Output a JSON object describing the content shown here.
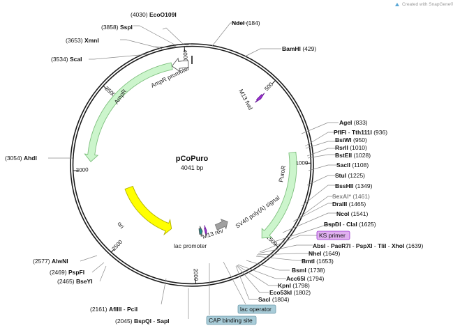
{
  "credit": "Created with SnapGene®",
  "plasmid": {
    "name": "pCoPuro",
    "size_label": "4041 bp",
    "length": 4041
  },
  "ticks": [
    {
      "pos": 500,
      "label": "500"
    },
    {
      "pos": 1000,
      "label": "1000"
    },
    {
      "pos": 1500,
      "label": "1500"
    },
    {
      "pos": 2000,
      "label": "2000"
    },
    {
      "pos": 2500,
      "label": "2500"
    },
    {
      "pos": 3000,
      "label": "3000"
    },
    {
      "pos": 3500,
      "label": "3500"
    },
    {
      "pos": 4000,
      "label": "4000"
    }
  ],
  "features": [
    {
      "name": "AmpR promoter",
      "start": 3913,
      "end": 4018,
      "direction": "reverse",
      "color": "#ffffff",
      "kind": "promoter"
    },
    {
      "name": "AmpR",
      "start": 3052,
      "end": 3912,
      "direction": "reverse",
      "color": "#ccf5cc",
      "kind": "cds"
    },
    {
      "name": "M13 fwd",
      "start": 500,
      "end": 517,
      "direction": "forward",
      "color": "#9b30d0",
      "kind": "primer"
    },
    {
      "name": "PuroR",
      "start": 930,
      "end": 1530,
      "direction": "forward",
      "color": "#ccf5cc",
      "kind": "cds"
    },
    {
      "name": "SV40 poly(A) signal",
      "start": 1660,
      "end": 1782,
      "direction": "reverse",
      "color": "#a0a0a0",
      "kind": "terminator"
    },
    {
      "name": "M13 rev",
      "start": 1880,
      "end": 1896,
      "direction": "reverse",
      "color": "#9b30d0",
      "kind": "primer"
    },
    {
      "name": "lac promoter",
      "start": 1920,
      "end": 1950,
      "direction": "reverse",
      "color": "#1f8b8b",
      "kind": "promoter"
    },
    {
      "name": "ori",
      "start": 2220,
      "end": 2809,
      "direction": "reverse",
      "color": "#ffff00",
      "kind": "rep_origin"
    }
  ],
  "boxes": [
    {
      "text": "KS primer",
      "fill": "#e0b0f0",
      "stroke": "#9b30d0"
    },
    {
      "text": "lac operator",
      "fill": "#a8ccd8",
      "stroke": "#6d99aa"
    },
    {
      "text": "CAP binding site",
      "fill": "#a8ccd8",
      "stroke": "#6d99aa"
    }
  ],
  "sites": [
    {
      "pos_label": "(4030)",
      "names": [
        "EcoO109I"
      ]
    },
    {
      "pos_label": "(3858)",
      "names": [
        "SspI"
      ]
    },
    {
      "pos_label": "(3653)",
      "names": [
        "XmnI"
      ]
    },
    {
      "pos_label": "(3534)",
      "names": [
        "ScaI"
      ]
    },
    {
      "pos_label": "(3054)",
      "names": [
        "AhdI"
      ]
    },
    {
      "pos_label": "(2577)",
      "names": [
        "AlwNI"
      ]
    },
    {
      "pos_label": "(2469)",
      "names": [
        "PspFI"
      ]
    },
    {
      "pos_label": "(2465)",
      "names": [
        "BseYI"
      ]
    },
    {
      "pos_label": "(2161)",
      "names": [
        "AflIII",
        "PciI"
      ]
    },
    {
      "pos_label": "(2045)",
      "names": [
        "BspQI",
        "SapI"
      ]
    },
    {
      "pos_label": "(184)",
      "names": [
        "NdeI"
      ]
    },
    {
      "pos_label": "(429)",
      "names": [
        "BamHI"
      ]
    },
    {
      "pos_label": "(833)",
      "names": [
        "AgeI"
      ]
    },
    {
      "pos_label": "(936)",
      "names": [
        "PflFI",
        "Tth111I"
      ]
    },
    {
      "pos_label": "(950)",
      "names": [
        "BsiWI"
      ]
    },
    {
      "pos_label": "(1010)",
      "names": [
        "RsrII"
      ]
    },
    {
      "pos_label": "(1028)",
      "names": [
        "BstEII"
      ]
    },
    {
      "pos_label": "(1108)",
      "names": [
        "SacII"
      ]
    },
    {
      "pos_label": "(1225)",
      "names": [
        "StuI"
      ]
    },
    {
      "pos_label": "(1349)",
      "names": [
        "BssHII"
      ]
    },
    {
      "pos_label": "(1461)",
      "names": [
        "SexAI*"
      ]
    },
    {
      "pos_label": "(1465)",
      "names": [
        "DraIII"
      ]
    },
    {
      "pos_label": "(1541)",
      "names": [
        "NcoI"
      ]
    },
    {
      "pos_label": "(1625)",
      "names": [
        "BspDI",
        "ClaI"
      ]
    },
    {
      "pos_label": "(1639)",
      "names": [
        "AbsI",
        "PaeR7I",
        "PspXI",
        "TliI",
        "XhoI"
      ]
    },
    {
      "pos_label": "(1649)",
      "names": [
        "NheI"
      ]
    },
    {
      "pos_label": "(1653)",
      "names": [
        "BmtI"
      ]
    },
    {
      "pos_label": "(1738)",
      "names": [
        "BsmI"
      ]
    },
    {
      "pos_label": "(1794)",
      "names": [
        "Acc65I"
      ]
    },
    {
      "pos_label": "(1798)",
      "names": [
        "KpnI"
      ]
    },
    {
      "pos_label": "(1802)",
      "names": [
        "Eco53kI"
      ]
    },
    {
      "pos_label": "(1804)",
      "names": [
        "SacI"
      ]
    }
  ]
}
